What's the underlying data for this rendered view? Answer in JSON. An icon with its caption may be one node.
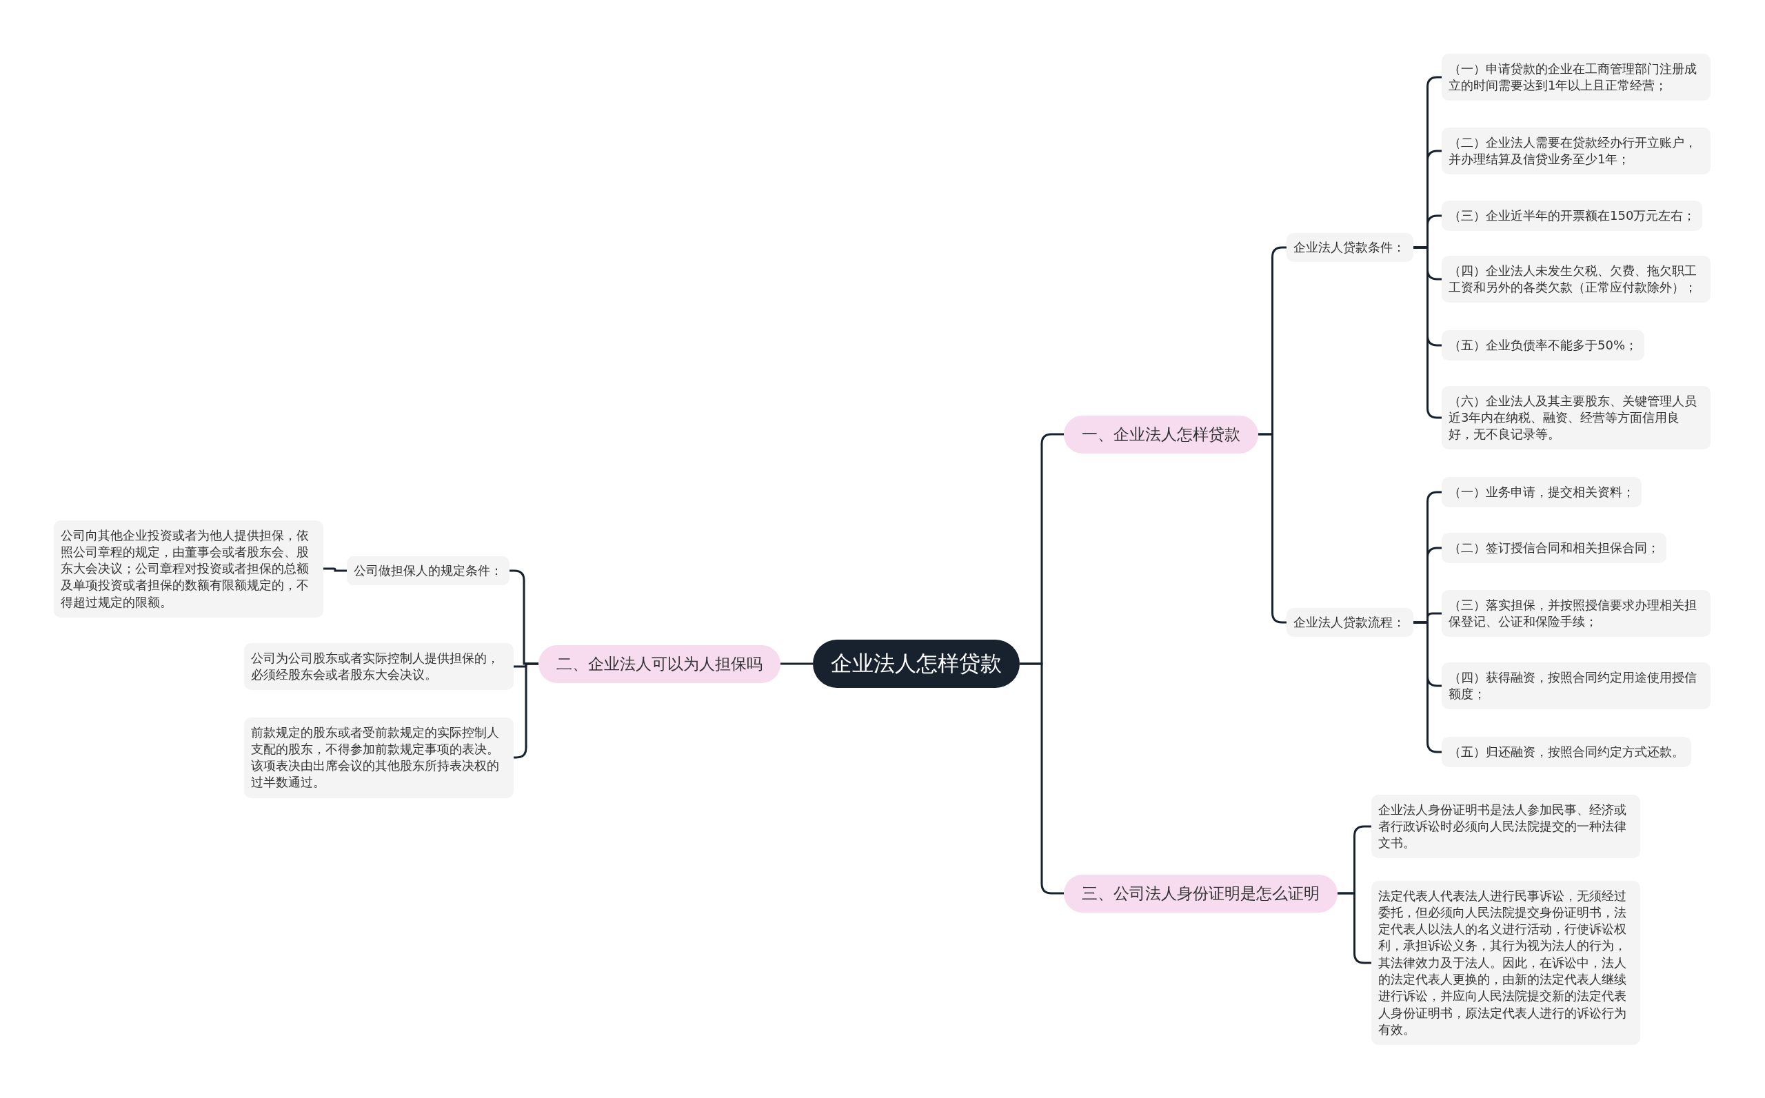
{
  "diagram": {
    "nodes": [
      {
        "text": [
          "企业法人怎样贷款"
        ]
      },
      {
        "text": [
          "一、企业法人怎样贷款"
        ]
      },
      {
        "text": [
          "企业法人贷款条件："
        ]
      },
      {
        "text": [
          "（一）申请贷款的企业在工商管理部门注册成立的时间需要达到1年以上且正常经营；"
        ]
      },
      {
        "text": [
          "（二）企业法人需要在贷款经办行开立账户，并办理结算及信贷业务至少1年；"
        ]
      },
      {
        "text": [
          "（三）企业近半年的开票额在150万元左右；"
        ]
      },
      {
        "text": [
          "（四）企业法人未发生欠税、欠费、拖欠职工工资和另外的各类欠款（正常应付款除外）；"
        ]
      },
      {
        "text": [
          "（五）企业负债率不能多于50%；"
        ]
      },
      {
        "text": [
          "（六）企业法人及其主要股东、关键管理人员近3年内在纳税、融资、经营等方面信用良好，无不良记录等。"
        ]
      },
      {
        "text": [
          "企业法人贷款流程："
        ]
      },
      {
        "text": [
          "（一）业务申请，提交相关资料；"
        ]
      },
      {
        "text": [
          "（二）签订授信合同和相关担保合同；"
        ]
      },
      {
        "text": [
          "（三）落实担保，并按照授信要求办理相关担保登记、公证和保险手续；"
        ]
      },
      {
        "text": [
          "（四）获得融资，按照合同约定用途使用授信额度；"
        ]
      },
      {
        "text": [
          "（五）归还融资，按照合同约定方式还款。"
        ]
      },
      {
        "text": [
          "二、企业法人可以为人担保吗"
        ]
      },
      {
        "text": [
          "公司做担保人的规定条件："
        ]
      },
      {
        "text": [
          "公司向其他企业投资或者为他人提供担保，依照公司章程的规定，由董事会或者股东会、股东大会决议；公司章程对投资或者担保的总额及单项投资或者担保的数额有限额规定的，不得超过规定的限额。"
        ]
      },
      {
        "text": [
          "公司为公司股东或者实际控制人提供担保的，必须经股东会或者股东大会决议。"
        ]
      },
      {
        "text": [
          "前款规定的股东或者受前款规定的实际控制人支配的股东，不得参加前款规定事项的表决。该项表决由出席会议的其他股东所持表决权的过半数通过。"
        ]
      },
      {
        "text": [
          "三、公司法人身份证明是怎么证明"
        ]
      },
      {
        "text": [
          "企业法人身份证明书是法人参加民事、经济或者行政诉讼时必须向人民法院提交的一种法律文书。"
        ]
      },
      {
        "text": [
          "法定代表人代表法人进行民事诉讼，无须经过委托，但必须向人民法院提交身份证明书，法定代表人以法人的名义进行活动，行使诉讼权利，承担诉讼义务，其行为视为法人的行为，其法律效力及于法人。因此，在诉讼中，法人的法定代表人更换的，由新的法定代表人继续进行诉讼，并应向人民法院提交新的法定代表人身份证明书，原法定代表人进行的诉讼行为有效。"
        ]
      }
    ],
    "edges": [
      {
        "from": 0,
        "to": 1,
        "arrow": "none"
      },
      {
        "from": 1,
        "to": 2,
        "arrow": "none"
      },
      {
        "from": 2,
        "to": 3,
        "arrow": "none"
      },
      {
        "from": 2,
        "to": 4,
        "arrow": "none"
      },
      {
        "from": 2,
        "to": 5,
        "arrow": "none"
      },
      {
        "from": 2,
        "to": 6,
        "arrow": "none"
      },
      {
        "from": 2,
        "to": 7,
        "arrow": "none"
      },
      {
        "from": 2,
        "to": 8,
        "arrow": "none"
      },
      {
        "from": 1,
        "to": 9,
        "arrow": "none"
      },
      {
        "from": 9,
        "to": 10,
        "arrow": "none"
      },
      {
        "from": 9,
        "to": 11,
        "arrow": "none"
      },
      {
        "from": 9,
        "to": 12,
        "arrow": "none"
      },
      {
        "from": 9,
        "to": 13,
        "arrow": "none"
      },
      {
        "from": 9,
        "to": 14,
        "arrow": "none"
      },
      {
        "from": 0,
        "to": 15,
        "arrow": "none"
      },
      {
        "from": 15,
        "to": 16,
        "arrow": "none"
      },
      {
        "from": 16,
        "to": 17,
        "arrow": "none"
      },
      {
        "from": 15,
        "to": 18,
        "arrow": "none"
      },
      {
        "from": 15,
        "to": 19,
        "arrow": "none"
      },
      {
        "from": 0,
        "to": 20,
        "arrow": "none"
      },
      {
        "from": 20,
        "to": 21,
        "arrow": "none"
      },
      {
        "from": 20,
        "to": 22,
        "arrow": "none"
      }
    ]
  }
}
